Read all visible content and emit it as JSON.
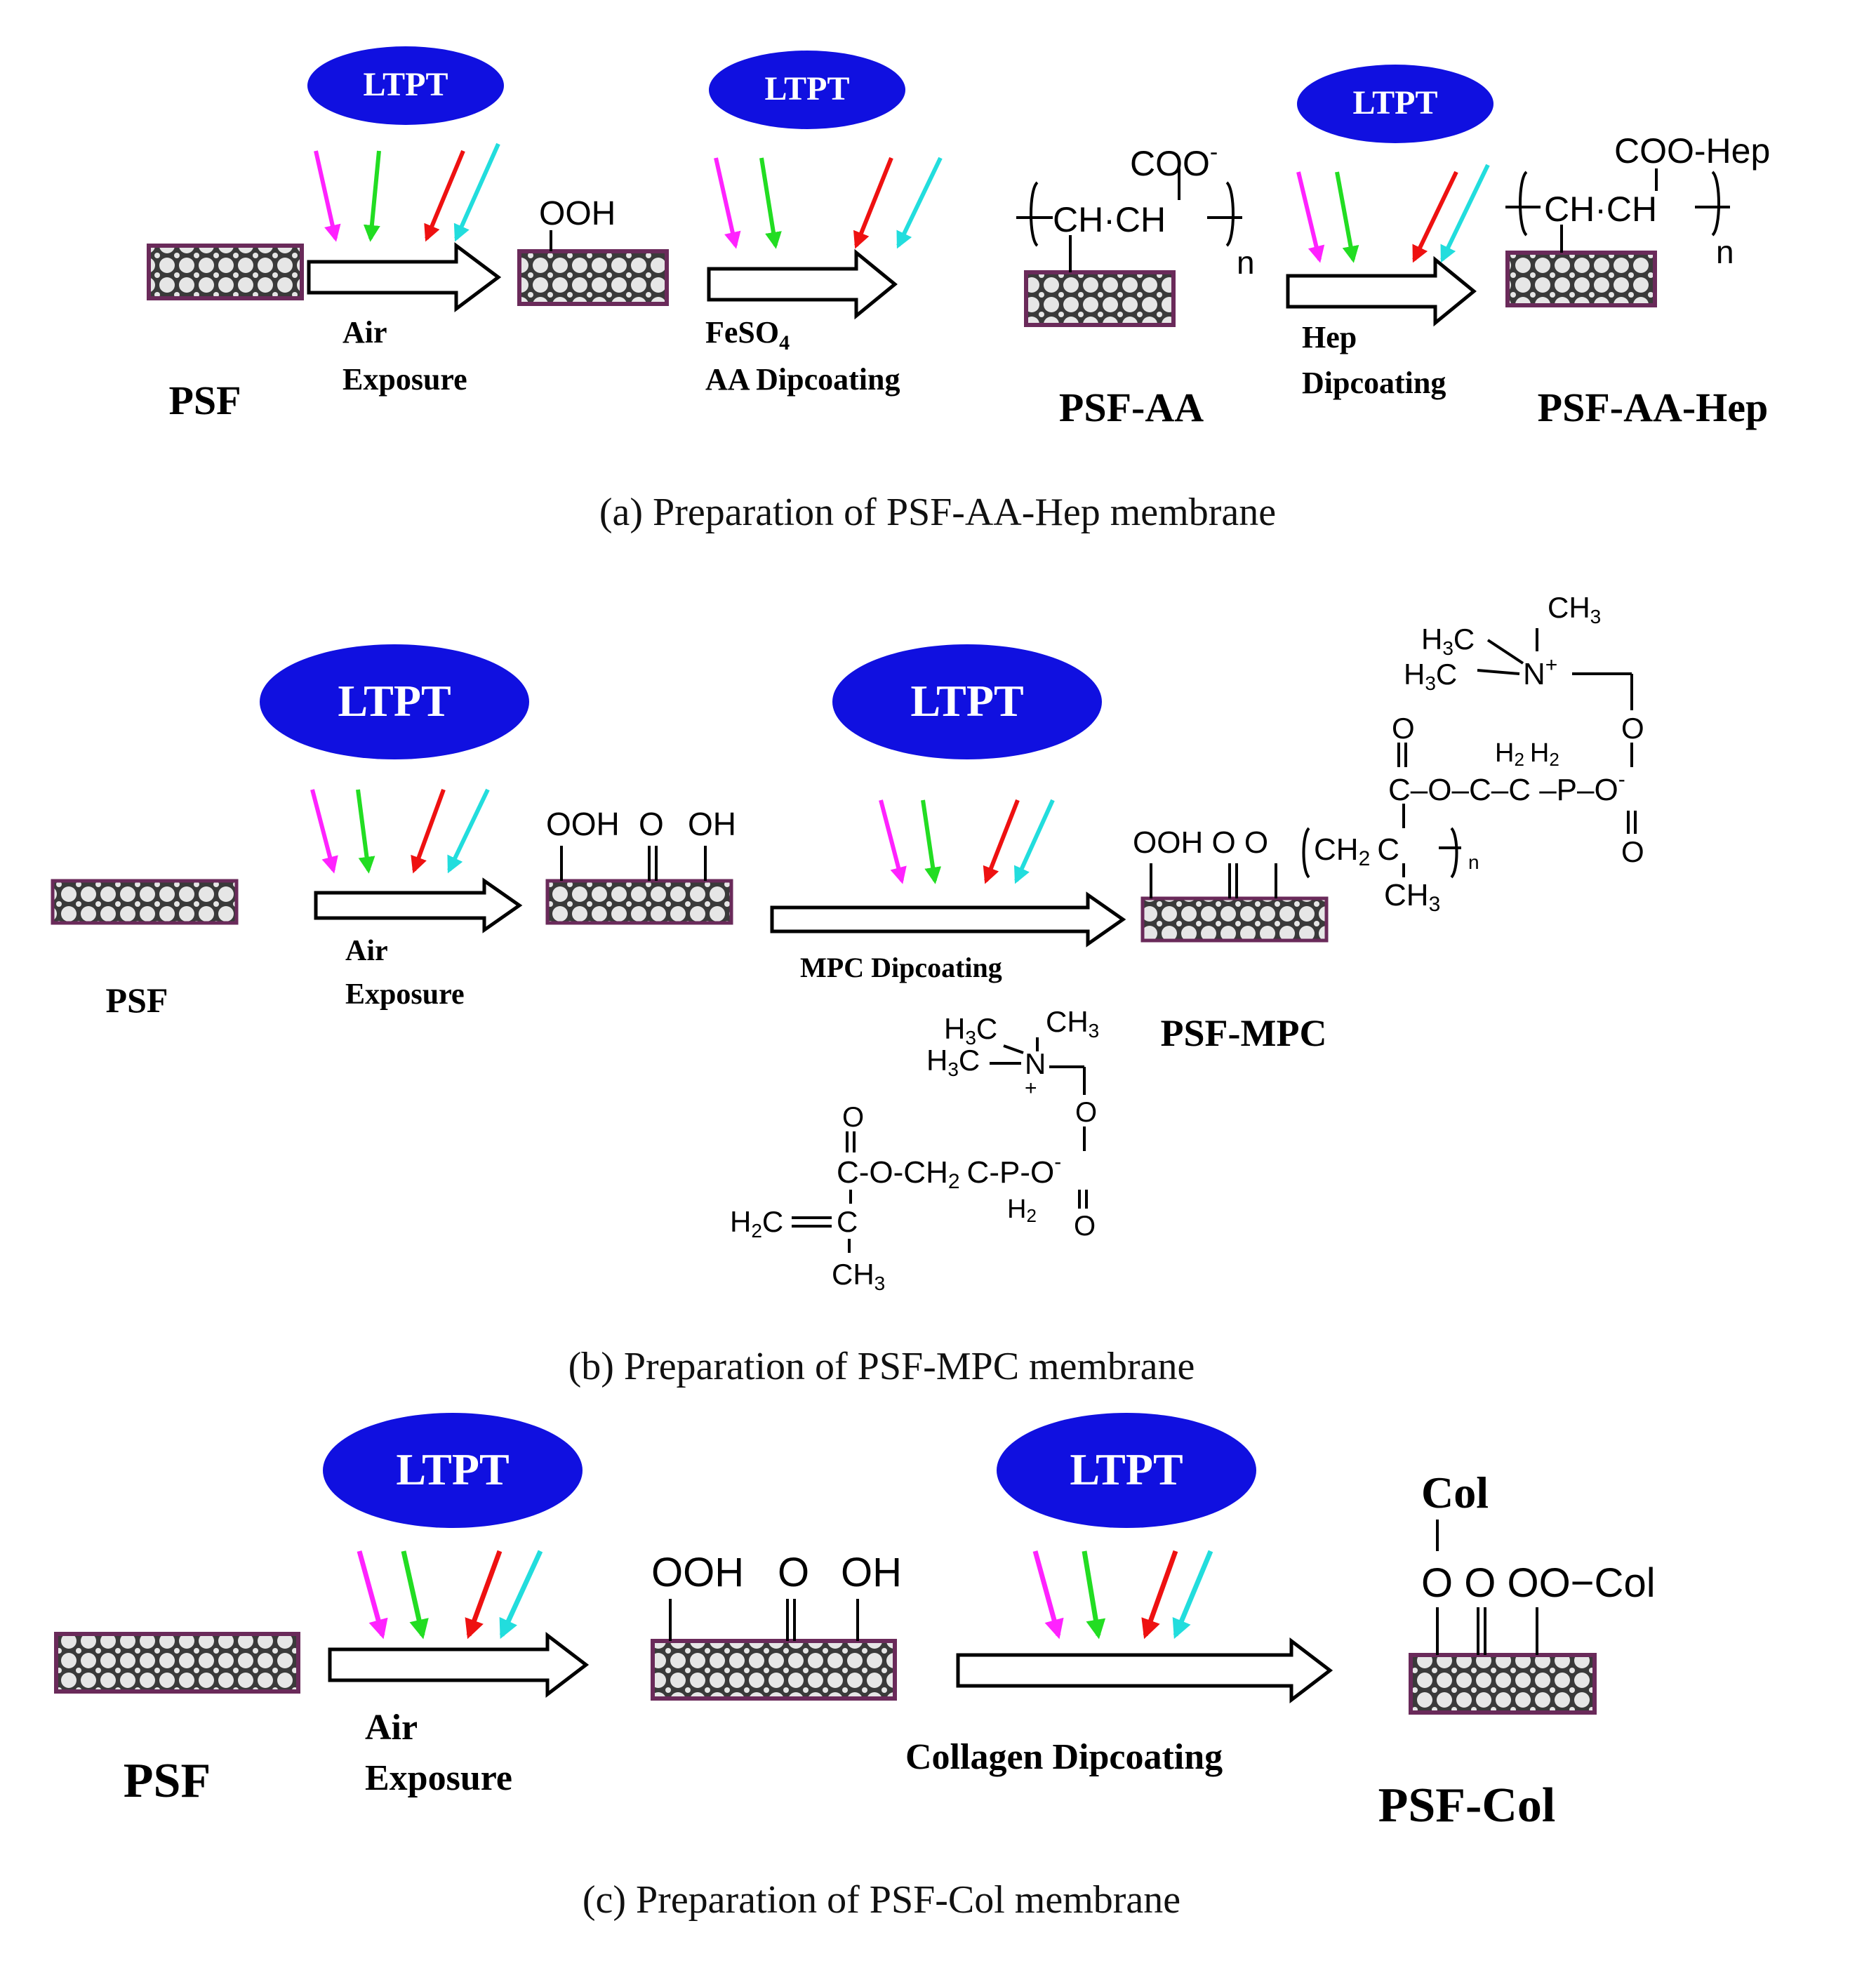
{
  "colors": {
    "ltpt_fill": "#1010e0",
    "membrane_border": "#6a2a5a",
    "ray_magenta": "#ff22ff",
    "ray_green": "#22dd22",
    "ray_red": "#ee1111",
    "ray_cyan": "#22dddd"
  },
  "icons": {
    "membrane": "membrane-icon",
    "plasma": "ltpt-ellipse-icon",
    "rays": "plasma-rays-icon",
    "process": "process-arrow-icon"
  },
  "a": {
    "ltpt": [
      "LTPT",
      "LTPT",
      "LTPT"
    ],
    "psf": "PSF",
    "step1_l1": "Air",
    "step1_l2": "Exposure",
    "ooh": "OOH",
    "step2_l1": "FeSO",
    "step2_l1_sub": "4",
    "step2_l2": "AA Dipcoating",
    "psfaa": "PSF-AA",
    "step3_l1": "Hep",
    "step3_l2": "Dipcoating",
    "psfaahep": "PSF-AA-Hep",
    "coo": "COO",
    "coo_charge": "-",
    "coohep": "COO-Hep",
    "chch": "CH·CH",
    "n": "n",
    "caption": "(a)  Preparation of PSF-AA-Hep membrane"
  },
  "b": {
    "ltpt": [
      "LTPT",
      "LTPT"
    ],
    "psf": "PSF",
    "step1_l1": "Air",
    "step1_l2": "Exposure",
    "g_ooh": "OOH",
    "g_o": "O",
    "g_oh": "OH",
    "step2": "MPC Dipcoating",
    "psfmpc": "PSF-MPC",
    "prod_head": "OOH O O",
    "prod_ch2": "CH",
    "prod_ch2_sub": "2",
    "prod_c": "C",
    "prod_n": "n",
    "prod_ch3": "CH",
    "prod_ch3_sub": "3",
    "prod_ester": "C–O–C–C –P–O",
    "prod_h2h2": "H",
    "prod_o1": "O",
    "prod_o2": "O",
    "prod_o3": "O",
    "prod_minus": "-",
    "prod_n_plus": "N",
    "prod_plus": "+",
    "prod_h3c": "H",
    "mon_row1": "C-O-CH",
    "mon_p": "C-P-O",
    "mon_h2c": "H",
    "mon_c": "C",
    "mon_ch3": "CH",
    "mon_h2": "H",
    "mon_o": "O",
    "mon_n": "N",
    "caption": "(b) Preparation of PSF-MPC membrane"
  },
  "c": {
    "ltpt": [
      "LTPT",
      "LTPT"
    ],
    "psf": "PSF",
    "step1_l1": "Air",
    "step1_l2": "Exposure",
    "g_ooh": "OOH",
    "g_o": "O",
    "g_oh": "OH",
    "step2": "Collagen Dipcoating",
    "col_top": "Col",
    "col_row": "O O OO−Col",
    "psfcol": "PSF-Col",
    "caption": "(c) Preparation of PSF-Col membrane"
  }
}
